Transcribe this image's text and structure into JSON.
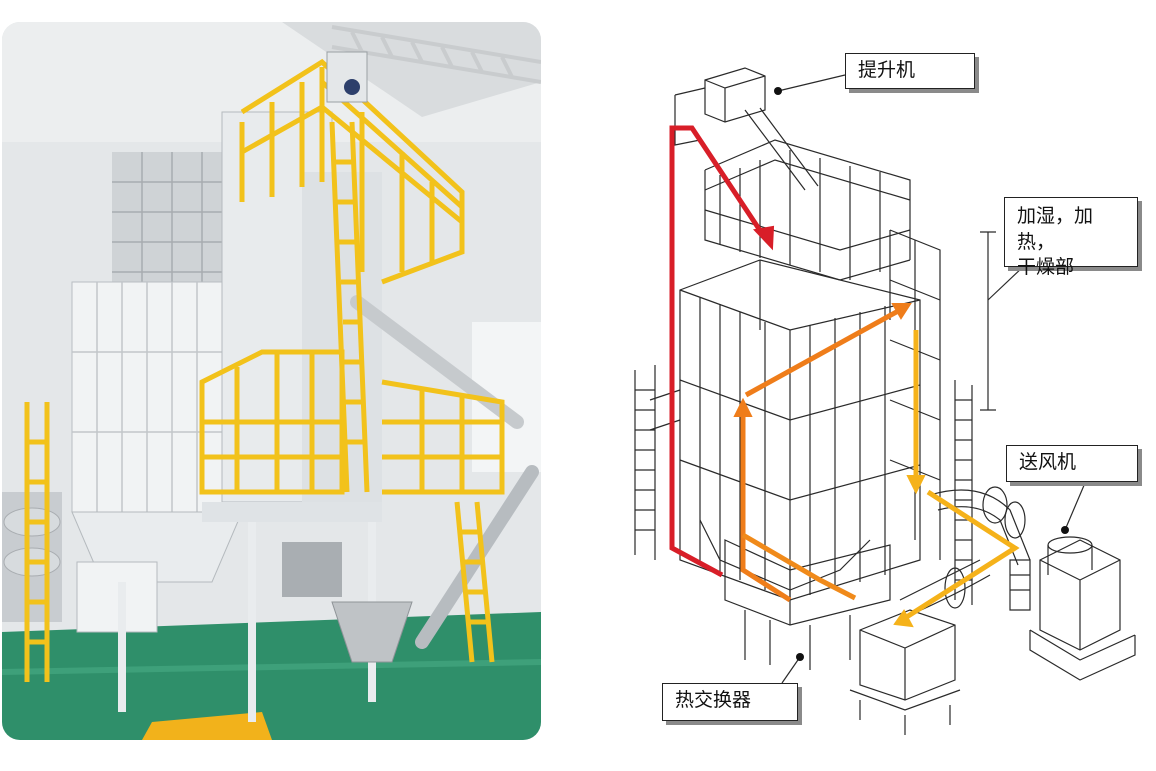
{
  "labels": {
    "elevator": "提升机",
    "drying_line1": "加湿，加热，",
    "drying_line2": "干燥部",
    "blower": "送风机",
    "heat_exchanger": "热交换器"
  },
  "colors": {
    "red": "#d81e28",
    "orange": "#ef7d1a",
    "amber": "#f5b21a",
    "railing_yellow": "#f2c21b",
    "floor_green": "#2f8f6a"
  }
}
